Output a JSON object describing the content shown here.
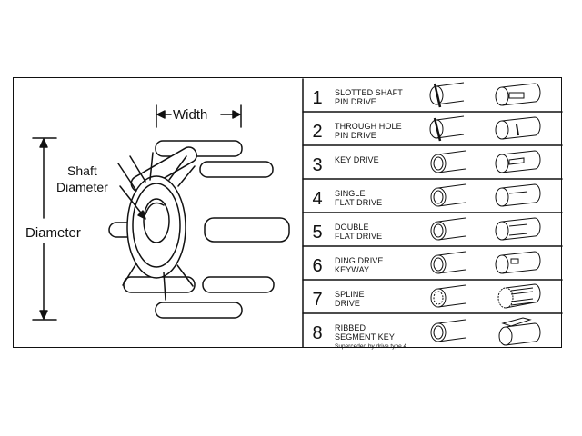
{
  "labels": {
    "width": "Width",
    "shaft_line1": "Shaft",
    "shaft_line2": "Diameter",
    "diameter": "Diameter"
  },
  "drive_types": [
    {
      "number": "1",
      "line1": "SLOTTED SHAFT",
      "line2": "PIN DRIVE",
      "icon": "slotted-shaft-pin-drive"
    },
    {
      "number": "2",
      "line1": "THROUGH HOLE",
      "line2": "PIN DRIVE",
      "icon": "through-hole-pin-drive"
    },
    {
      "number": "3",
      "line1": "KEY DRIVE",
      "line2": "",
      "icon": "key-drive"
    },
    {
      "number": "4",
      "line1": "SINGLE",
      "line2": "FLAT DRIVE",
      "icon": "single-flat-drive"
    },
    {
      "number": "5",
      "line1": "DOUBLE",
      "line2": "FLAT DRIVE",
      "icon": "double-flat-drive"
    },
    {
      "number": "6",
      "line1": "DING DRIVE",
      "line2": "KEYWAY",
      "icon": "ding-drive-keyway"
    },
    {
      "number": "7",
      "line1": "SPLINE",
      "line2": "DRIVE",
      "icon": "spline-drive"
    },
    {
      "number": "8",
      "line1": "RIBBED",
      "line2": "SEGMENT KEY",
      "note": "Superceded by drive type 4",
      "icon": "ribbed-segment-key"
    }
  ]
}
